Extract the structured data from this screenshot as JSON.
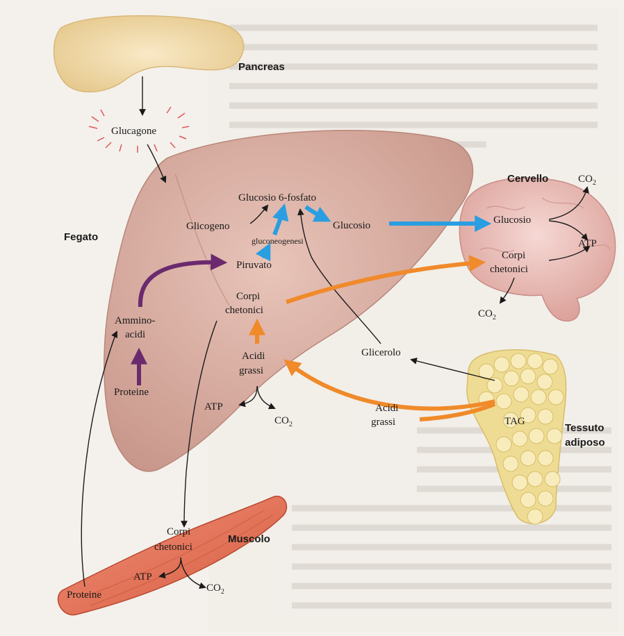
{
  "organs": {
    "pancreas": "Pancreas",
    "liver": "Fegato",
    "brain": "Cervello",
    "muscle": "Muscolo",
    "adipose_line1": "Tessuto",
    "adipose_line2": "adiposo"
  },
  "hormone": "Glucagone",
  "liver_labels": {
    "glucose6p": "Glucosio 6-fosfato",
    "glycogen": "Glicogeno",
    "glucose": "Glucosio",
    "gluconeogenesis": "gluconeogenesi",
    "pyruvate": "Piruvato",
    "ketone_line1": "Corpi",
    "ketone_line2": "chetonici",
    "aminoacids_line1": "Ammino-",
    "aminoacids_line2": "acidi",
    "proteins": "Proteine",
    "fattyacids_line1": "Acidi",
    "fattyacids_line2": "grassi",
    "atp": "ATP",
    "co2": "CO",
    "co2_sub": "2"
  },
  "brain_labels": {
    "glucose": "Glucosio",
    "ketone_line1": "Corpi",
    "ketone_line2": "chetonici",
    "atp": "ATP",
    "co2": "CO",
    "co2_sub": "2"
  },
  "adipose_labels": {
    "glycerol": "Glicerolo",
    "tag": "TAG",
    "fattyacids_line1": "Acidi",
    "fattyacids_line2": "grassi"
  },
  "muscle_labels": {
    "ketone_line1": "Corpi",
    "ketone_line2": "chetonici",
    "atp": "ATP",
    "co2": "CO",
    "co2_sub": "2",
    "proteins": "Proteine"
  },
  "colors": {
    "blue": "#2a9ee0",
    "purple": "#6b2a6e",
    "orange": "#f08a2a",
    "black": "#1a1a1a",
    "liver": "#d9aea3",
    "brain": "#ecc2bd",
    "pancreas": "#f2dcae",
    "adipose": "#f3e6a6",
    "muscle": "#e8765a"
  }
}
